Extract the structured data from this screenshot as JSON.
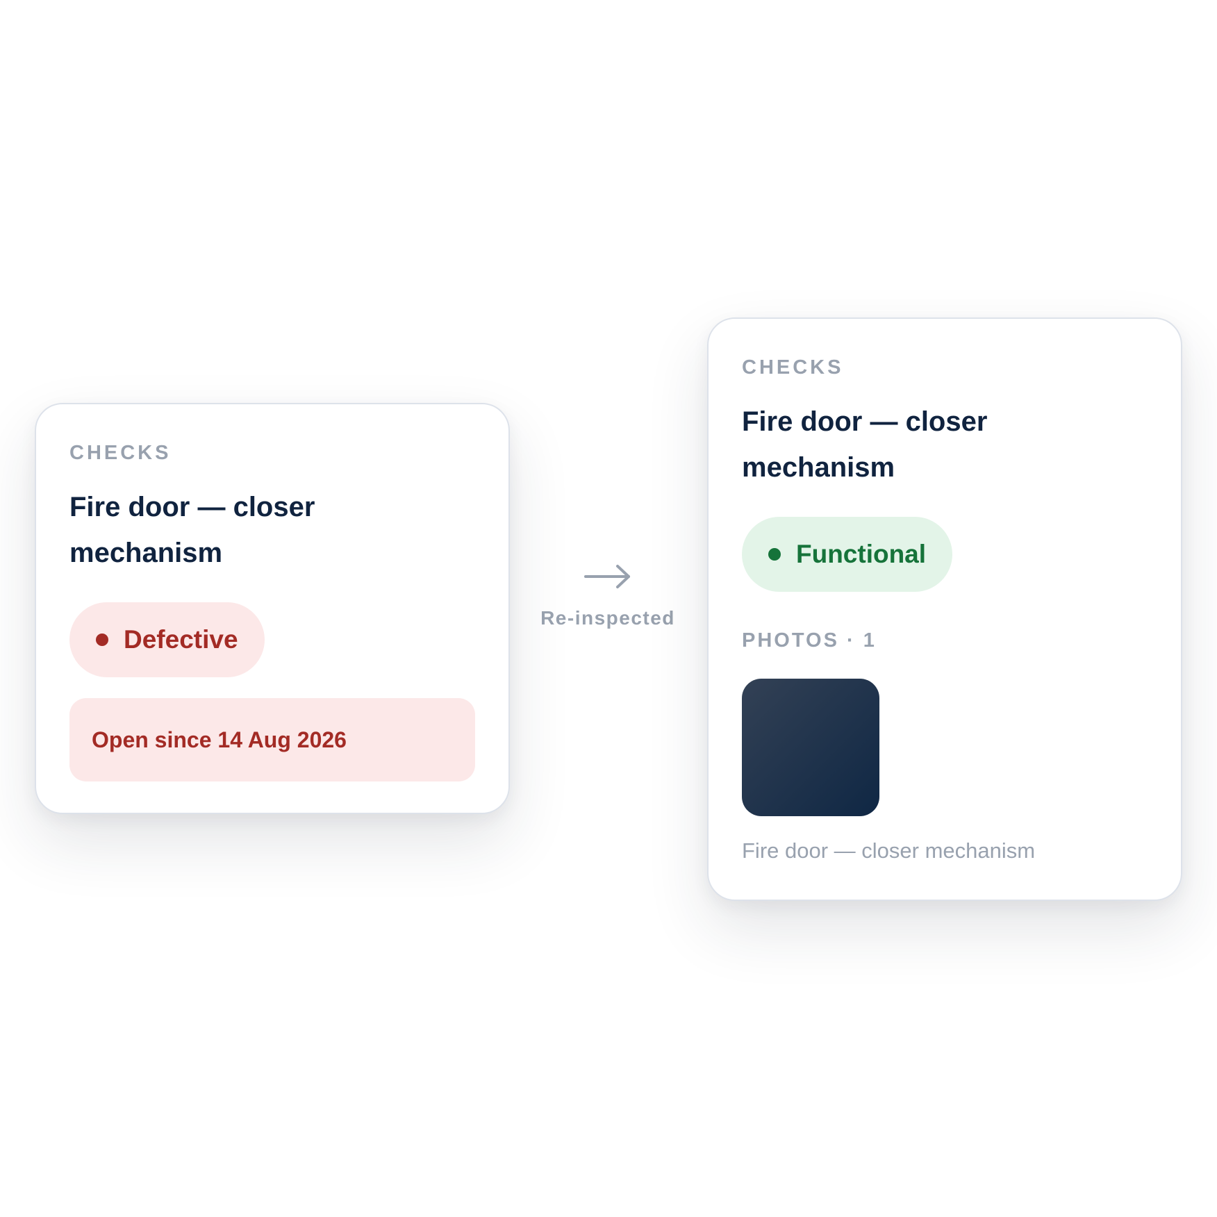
{
  "before": {
    "eyebrow": "CHECKS",
    "title": "Fire door — closer mechanism",
    "status": "Defective",
    "status_color": "#a32b25",
    "notice": "Open since 14 Aug 2026"
  },
  "transition": {
    "icon": "arrow-right-icon",
    "label": "Re-inspected"
  },
  "after": {
    "eyebrow": "CHECKS",
    "title": "Fire door — closer mechanism",
    "status": "Functional",
    "status_color": "#16733a",
    "photos_label": "PHOTOS · 1",
    "photo_caption": "Fire door — closer mechanism"
  }
}
